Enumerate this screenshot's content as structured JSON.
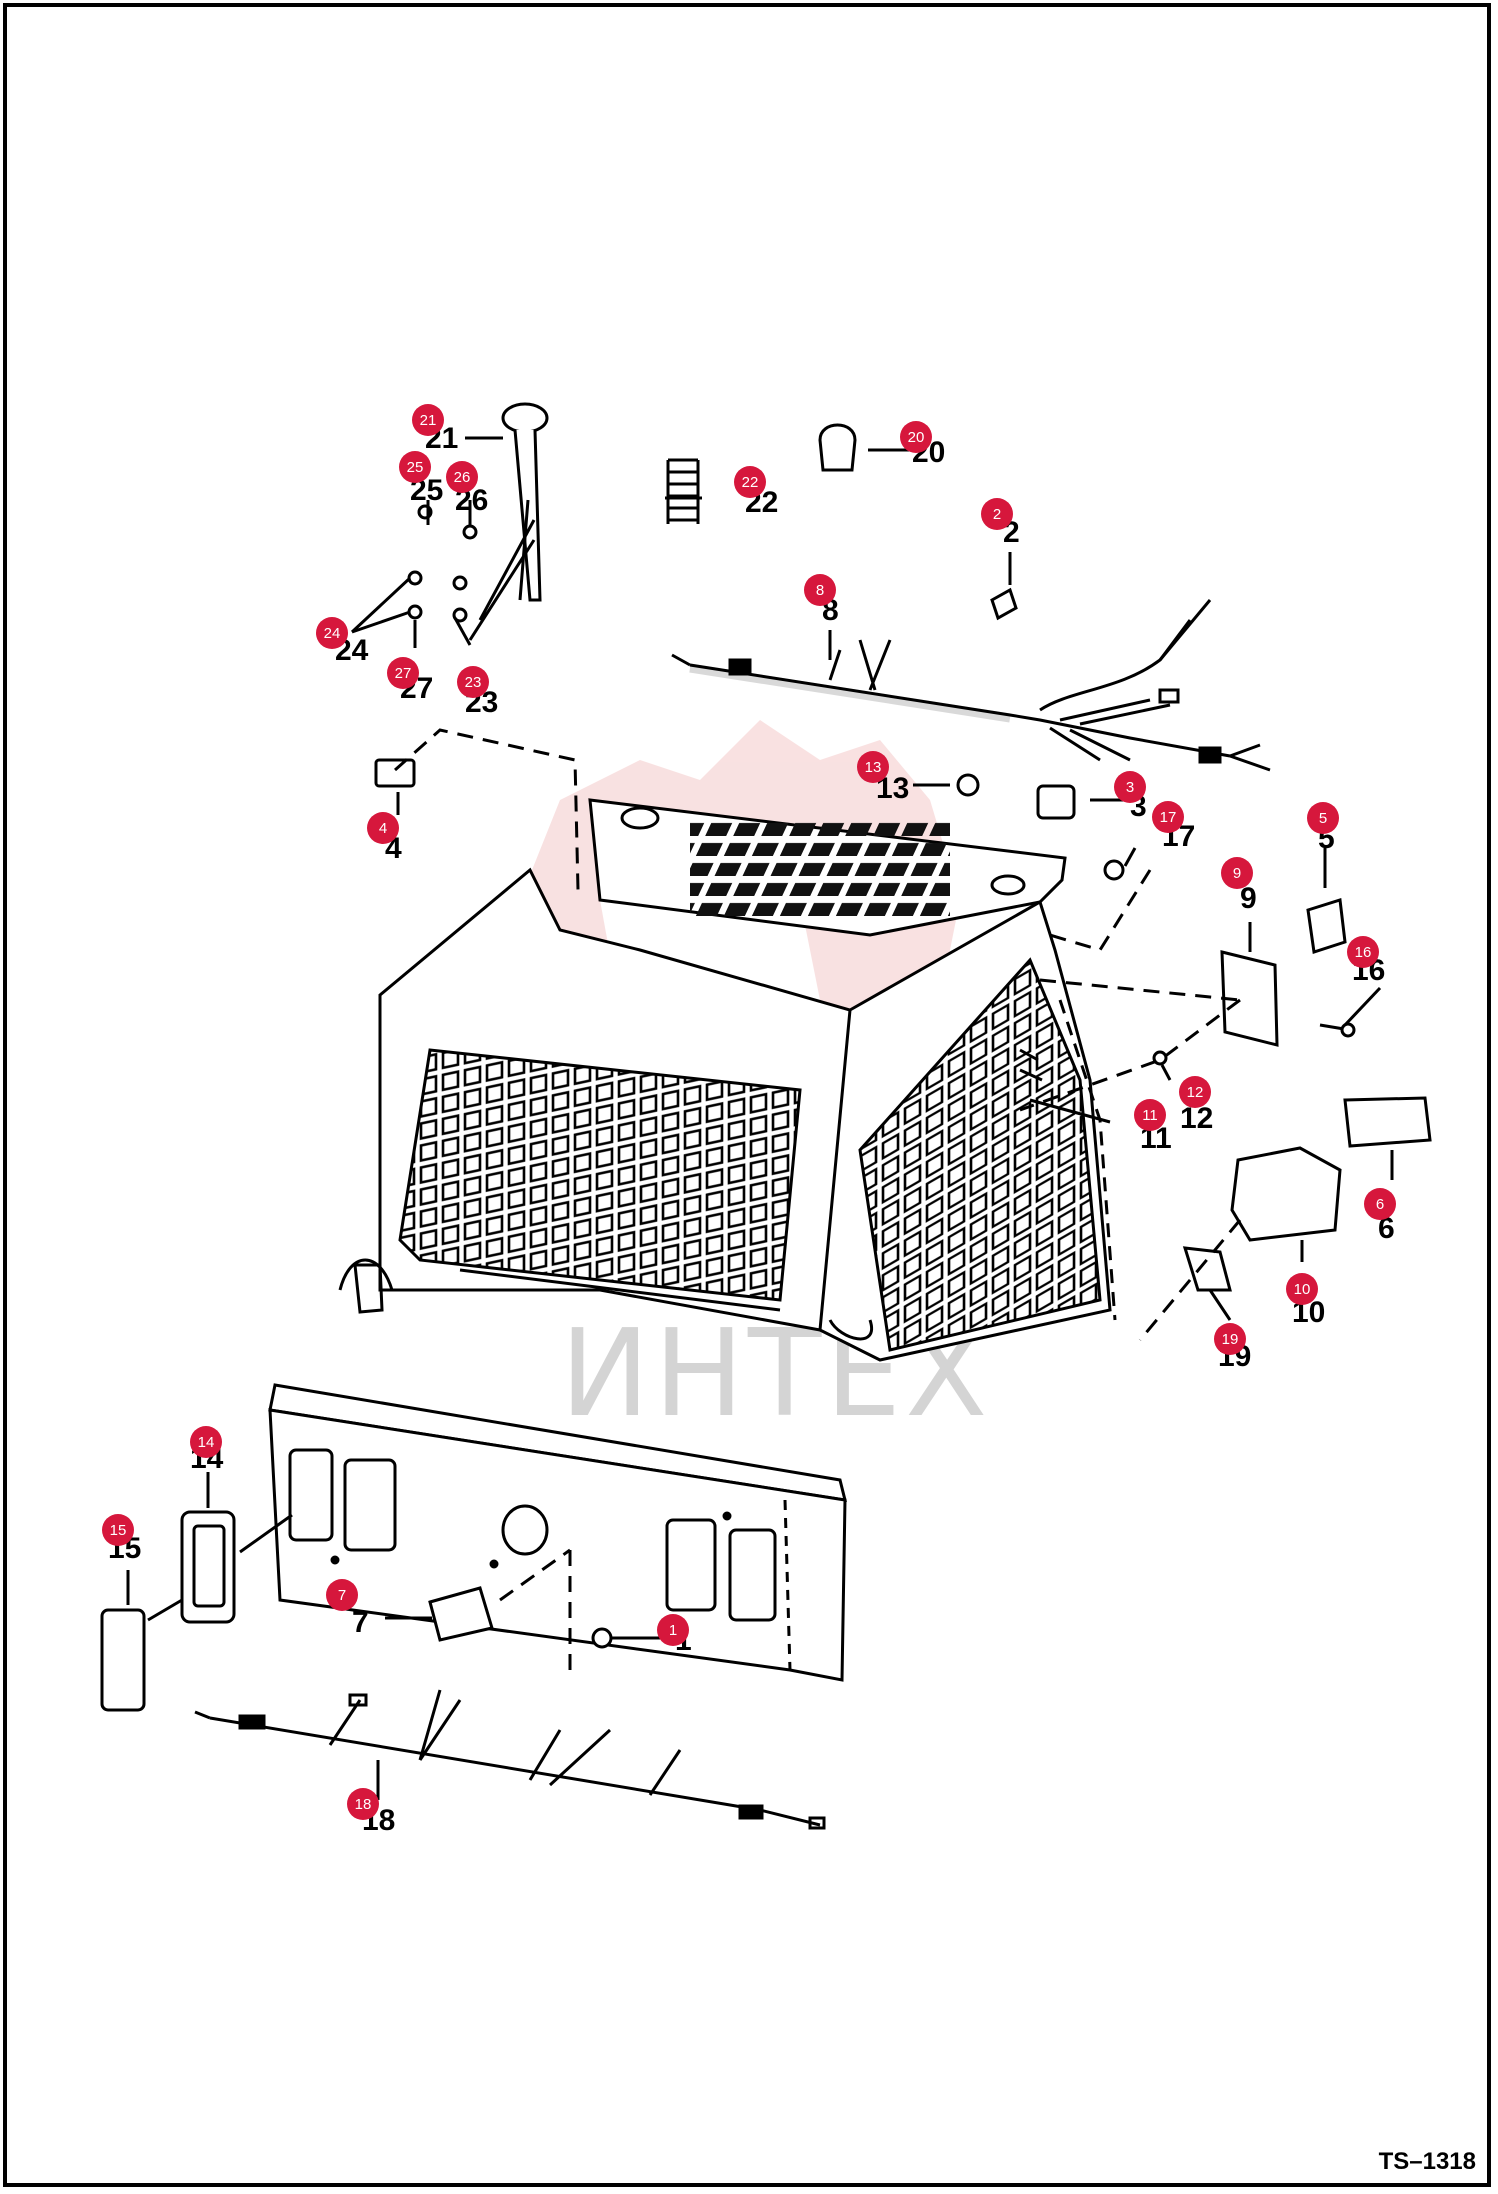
{
  "drawing_code": "TS–1318",
  "watermark": {
    "text": "ИНТЕХ",
    "color": "#d0d0d0",
    "logo_color": "#f4c9c9"
  },
  "badge_color": "#d6173c",
  "callouts": [
    {
      "id": "callout-1",
      "label": "1"
    },
    {
      "id": "callout-2",
      "label": "2"
    },
    {
      "id": "callout-3",
      "label": "3"
    },
    {
      "id": "callout-4",
      "label": "4"
    },
    {
      "id": "callout-5",
      "label": "5"
    },
    {
      "id": "callout-6",
      "label": "6"
    },
    {
      "id": "callout-7",
      "label": "7"
    },
    {
      "id": "callout-8",
      "label": "8"
    },
    {
      "id": "callout-9",
      "label": "9"
    },
    {
      "id": "callout-10",
      "label": "10"
    },
    {
      "id": "callout-11",
      "label": "11"
    },
    {
      "id": "callout-12",
      "label": "12"
    },
    {
      "id": "callout-13",
      "label": "13"
    },
    {
      "id": "callout-14",
      "label": "14"
    },
    {
      "id": "callout-15",
      "label": "15"
    },
    {
      "id": "callout-16",
      "label": "16"
    },
    {
      "id": "callout-17",
      "label": "17"
    },
    {
      "id": "callout-18",
      "label": "18"
    },
    {
      "id": "callout-19",
      "label": "19"
    },
    {
      "id": "callout-20",
      "label": "20"
    },
    {
      "id": "callout-21",
      "label": "21"
    },
    {
      "id": "callout-22",
      "label": "22"
    },
    {
      "id": "callout-23",
      "label": "23"
    },
    {
      "id": "callout-24",
      "label": "24"
    },
    {
      "id": "callout-25",
      "label": "25"
    },
    {
      "id": "callout-26",
      "label": "26"
    },
    {
      "id": "callout-27",
      "label": "27"
    }
  ]
}
